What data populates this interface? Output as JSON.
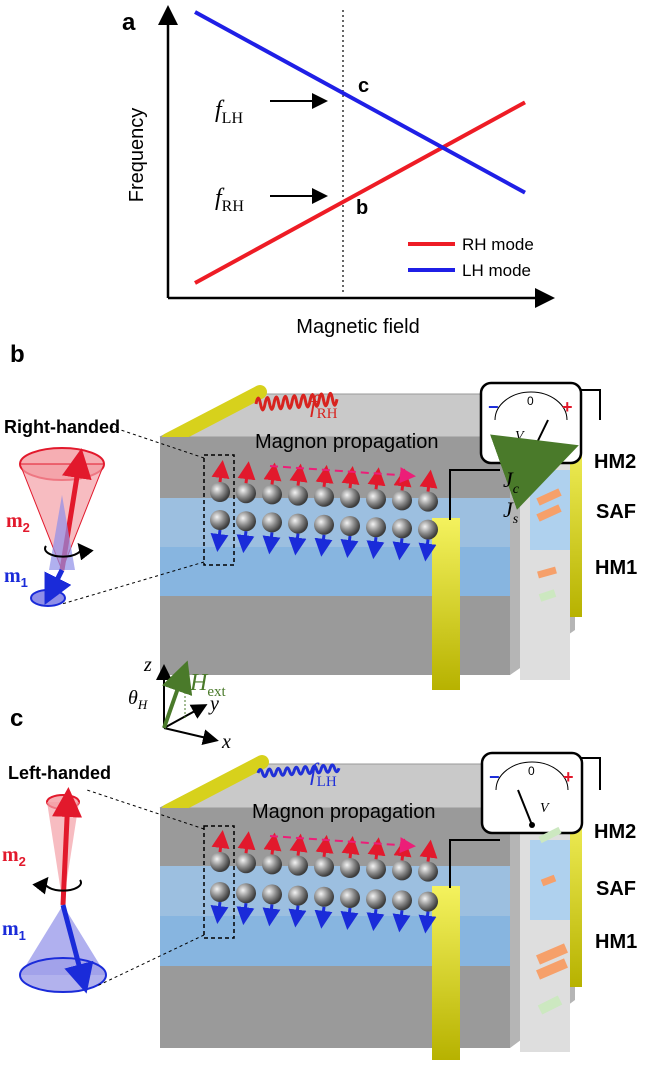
{
  "panel_a": {
    "label": "a",
    "xlabel": "Magnetic field",
    "ylabel": "Frequency",
    "point_c": "c",
    "point_b": "b",
    "f_lh_symbol": "f",
    "f_lh_sub": "LH",
    "f_rh_symbol": "f",
    "f_rh_sub": "RH",
    "legend": [
      "RH mode",
      "LH mode"
    ],
    "colors": {
      "rh": "#ee1c25",
      "lh": "#1f1fe6"
    }
  },
  "chart_data": {
    "type": "line",
    "title": "",
    "xlabel": "Magnetic field",
    "ylabel": "Frequency",
    "grid": false,
    "legend_position": "bottom-right",
    "ticks": "none",
    "series": [
      {
        "name": "RH mode",
        "color": "#ee1c25",
        "trend": "increasing",
        "x": [
          0,
          1
        ],
        "y": [
          0,
          1
        ]
      },
      {
        "name": "LH mode",
        "color": "#1f1fe6",
        "trend": "decreasing",
        "x": [
          0,
          1
        ],
        "y": [
          1.5,
          0.5
        ]
      }
    ],
    "reference_line": {
      "style": "dotted",
      "annotations": [
        "c",
        "b"
      ]
    }
  },
  "panel_b": {
    "label": "b",
    "handedness": "Right-handed",
    "wave_symbol": "f",
    "wave_sub": "RH",
    "propagation": "Magnon propagation",
    "layers": [
      "HM2",
      "SAF",
      "HM1"
    ],
    "m2": "m",
    "m2_sub": "2",
    "m1": "m",
    "m1_sub": "1",
    "jc": "J",
    "jc_sub": "c",
    "js": "J",
    "js_sub": "s",
    "meter": {
      "minus": "−",
      "zero": "0",
      "plus": "+",
      "unit": "V"
    }
  },
  "panel_c": {
    "label": "c",
    "handedness": "Left-handed",
    "wave_symbol": "f",
    "wave_sub": "LH",
    "propagation": "Magnon propagation",
    "layers": [
      "HM2",
      "SAF",
      "HM1"
    ],
    "m2": "m",
    "m2_sub": "2",
    "m1": "m",
    "m1_sub": "1",
    "meter": {
      "minus": "−",
      "zero": "0",
      "plus": "+",
      "unit": "V"
    }
  },
  "axes_inset": {
    "z": "z",
    "y": "y",
    "x": "x",
    "theta": "θ",
    "theta_sub": "H",
    "h": "H",
    "h_sub": "ext"
  }
}
